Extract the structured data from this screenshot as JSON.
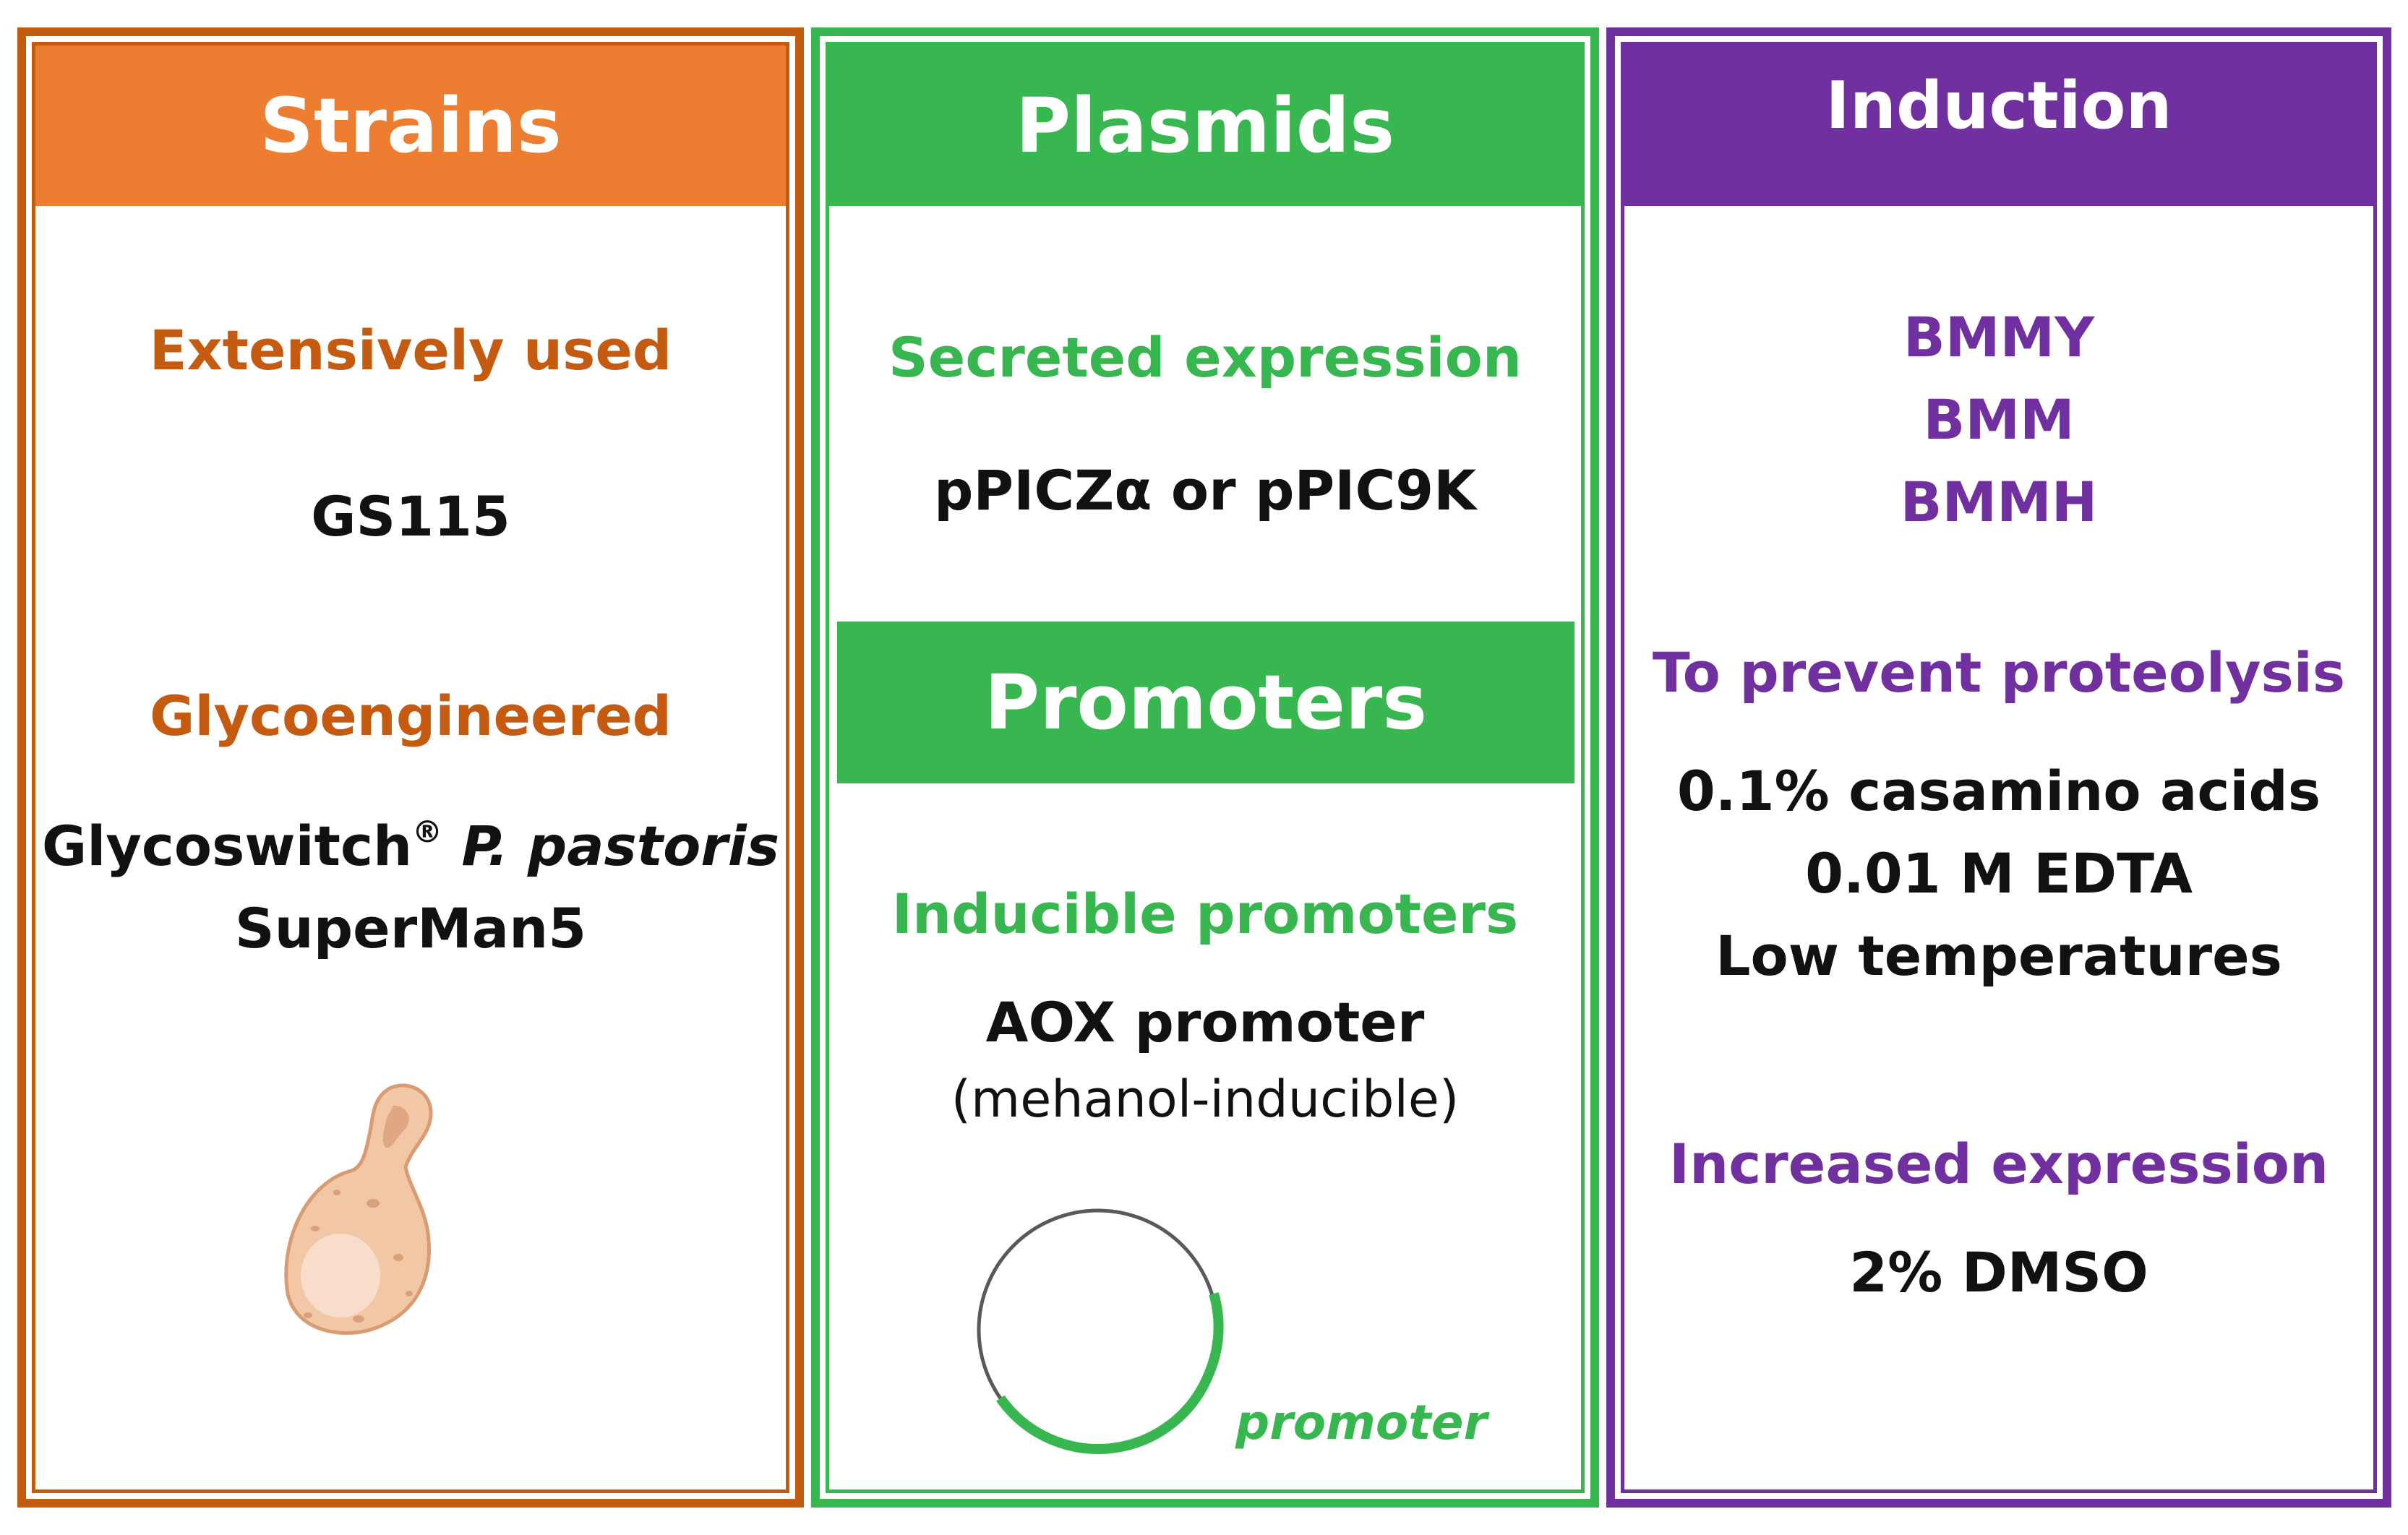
{
  "colors": {
    "strains": "#c55a11",
    "strains_header": "#ed7d31",
    "plasmids": "#38b750",
    "induction": "#7030a0"
  },
  "strains": {
    "header": "Strains",
    "sub1": "Extensively used",
    "item1": "GS115",
    "sub2": "Glycoengineered",
    "item2_prefix": "Glycoswitch",
    "item2_mark": "®",
    "item2_species": "P. pastoris",
    "item3": "SuperMan5",
    "illustration_icon": "yeast-cell-icon"
  },
  "plasmids": {
    "header": "Plasmids",
    "sub1": "Secreted expression",
    "item1": "pPICZα or pPIC9K",
    "promoters_header": "Promoters",
    "sub2": "Inducible promoters",
    "item2": "AOX promoter",
    "item2_note": "(mehanol-inducible)",
    "plasmid_label": "promoter",
    "plasmid_icon": "plasmid-circle-icon"
  },
  "induction": {
    "header": "Induction",
    "media": [
      "BMMY",
      "BMM",
      "BMMH"
    ],
    "sub1": "To prevent proteolysis",
    "items": [
      "0.1% casamino acids",
      "0.01 M EDTA",
      "Low temperatures"
    ],
    "sub2": "Increased expression",
    "item_last": "2% DMSO"
  }
}
